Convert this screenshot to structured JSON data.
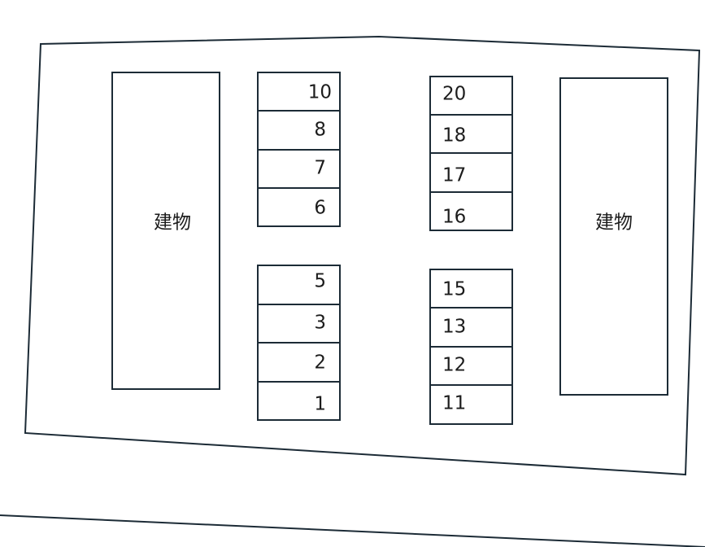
{
  "buildings": {
    "left_label": "建物",
    "right_label": "建物"
  },
  "parking": {
    "block_top_left": [
      "10",
      "8",
      "7",
      "6"
    ],
    "block_bottom_left": [
      "5",
      "3",
      "2",
      "1"
    ],
    "block_top_right": [
      "20",
      "18",
      "17",
      "16"
    ],
    "block_bottom_right": [
      "15",
      "13",
      "12",
      "11"
    ]
  },
  "colors": {
    "stroke": "#1c2b36",
    "text": "#1c1c1c",
    "background": "#ffffff"
  }
}
